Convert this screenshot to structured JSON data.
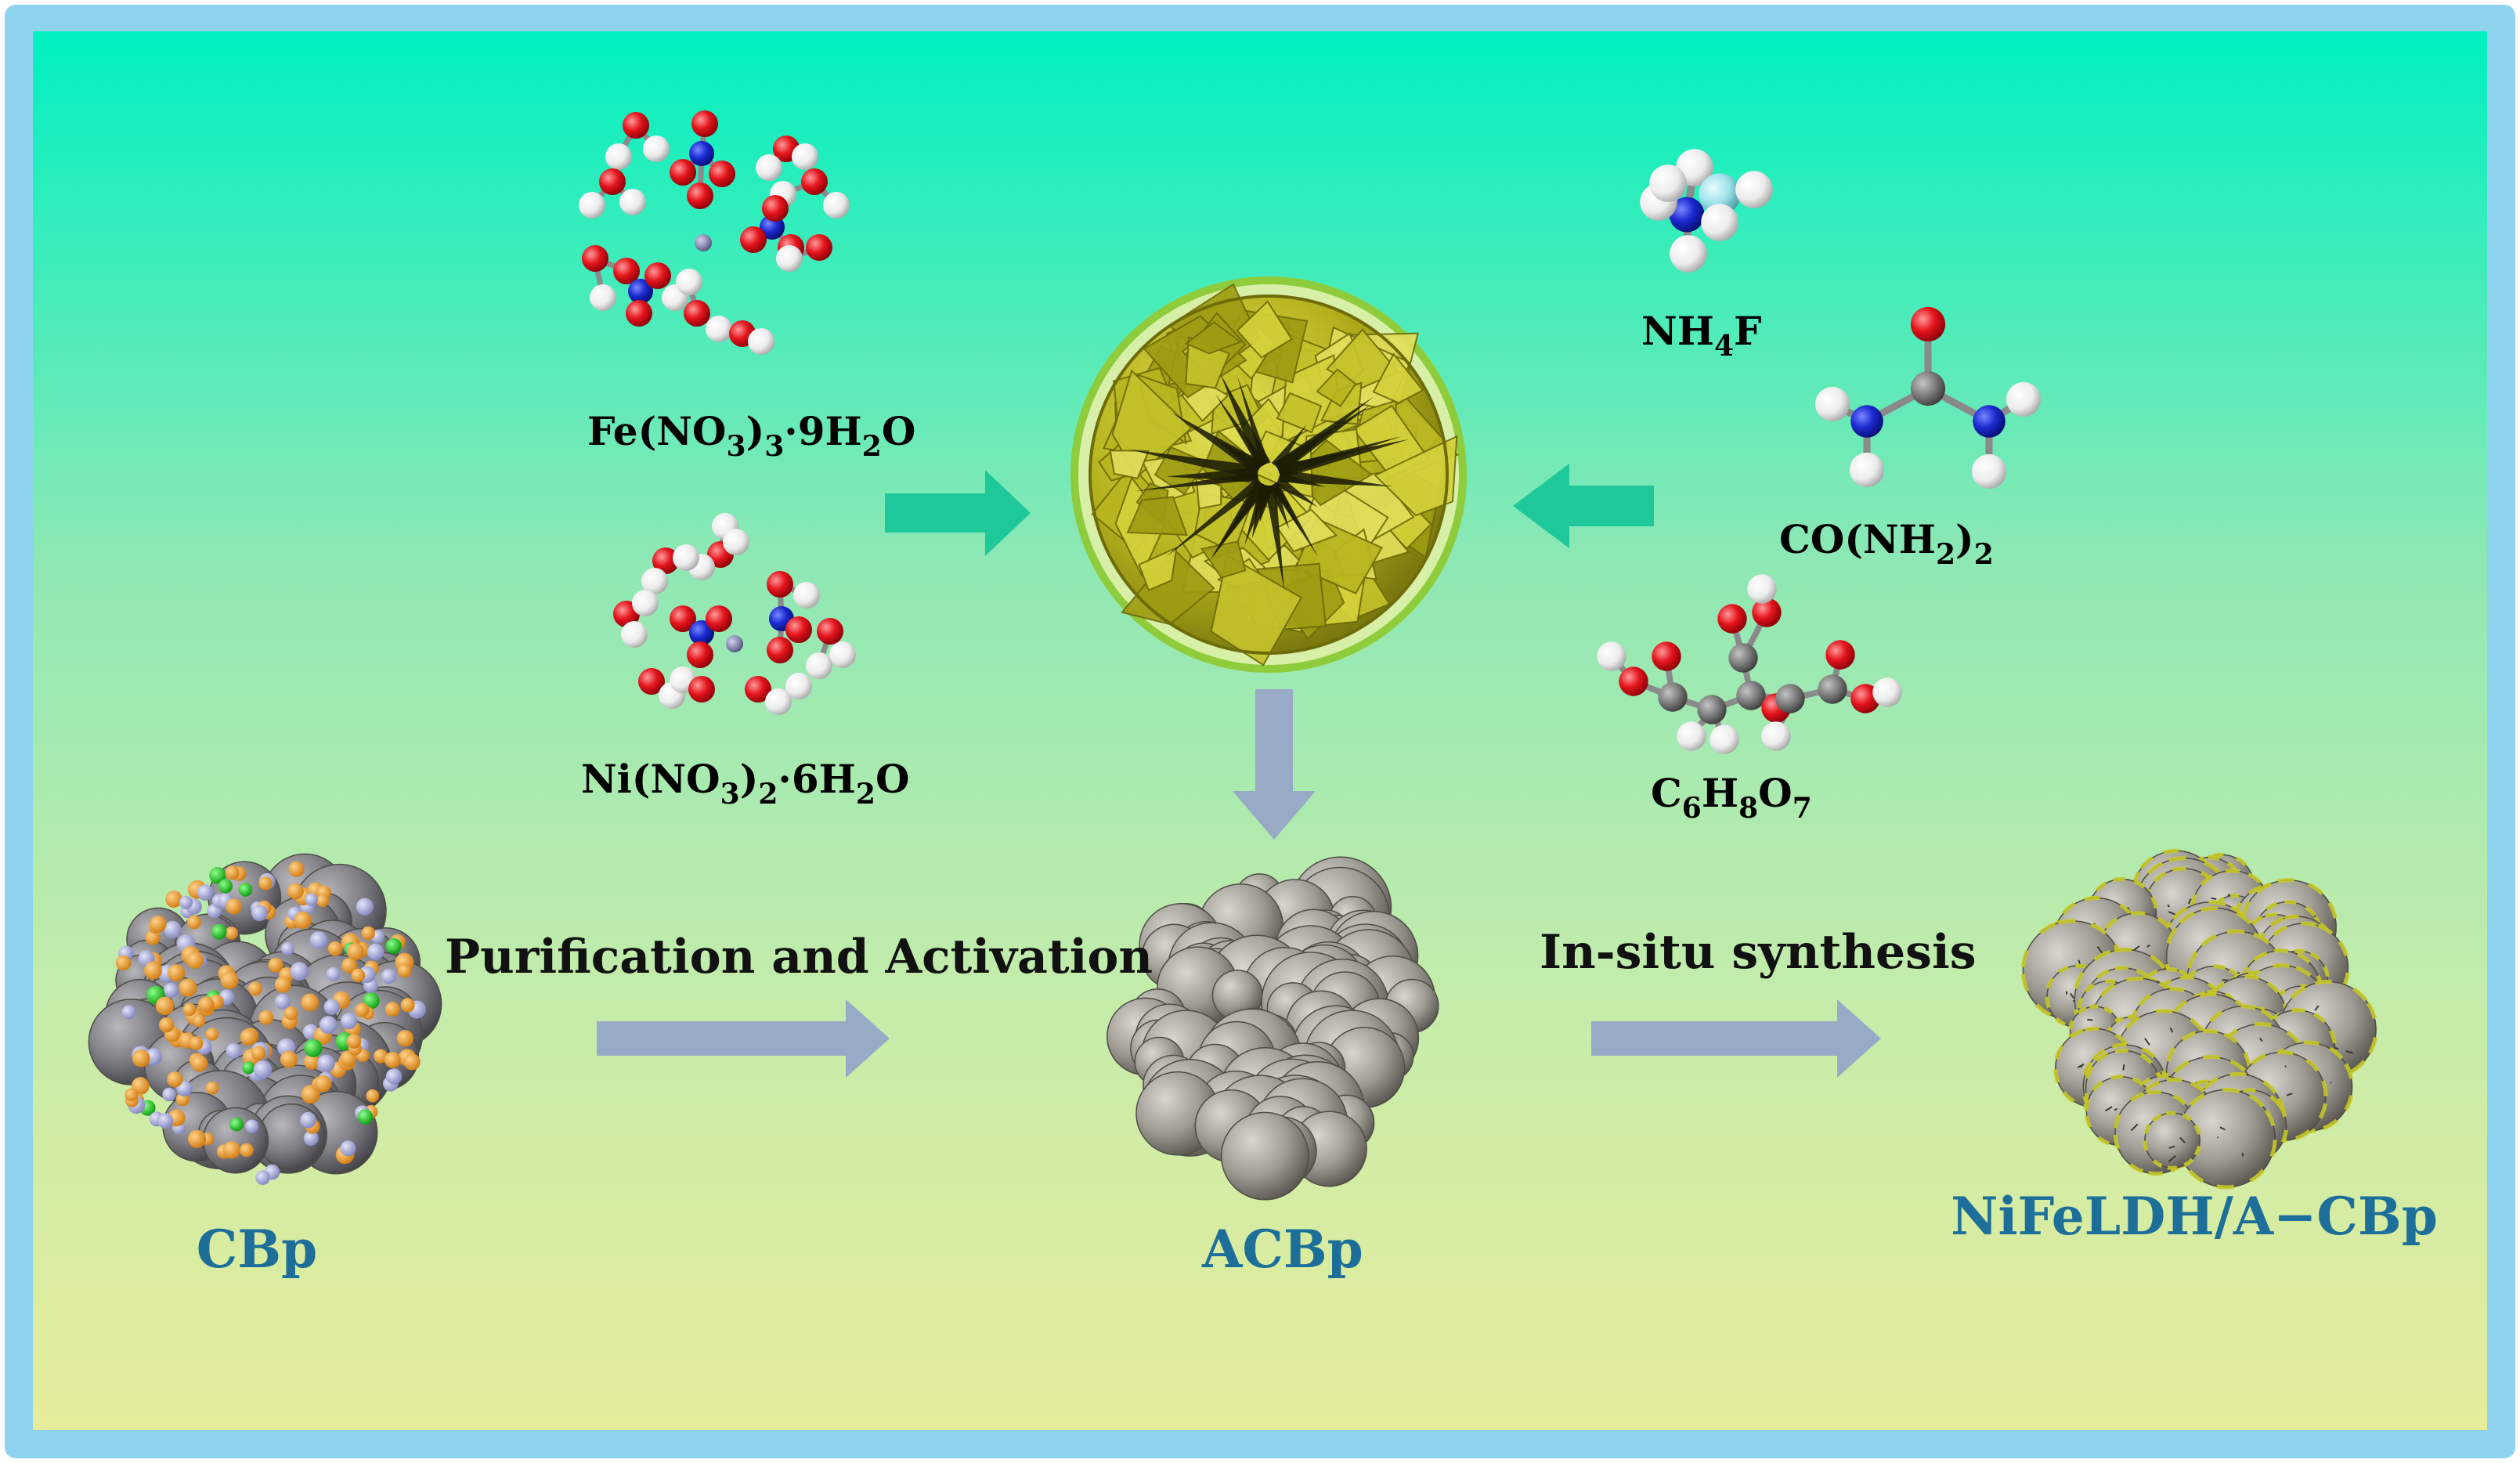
{
  "reagents": {
    "iron_nitrate": {
      "base": "Fe(NO",
      "sub1": "3",
      "mid": ")",
      "sub2": "3",
      "dot": "·9H",
      "sub3": "2",
      "end": "O"
    },
    "nickel_nitrate": {
      "base": "Ni(NO",
      "sub1": "3",
      "mid": ")",
      "sub2": "2",
      "dot": "·6H",
      "sub3": "2",
      "end": "O"
    },
    "ammonium_fluoride": {
      "base": "NH",
      "sub1": "4",
      "end": "F"
    },
    "urea": {
      "base": "CO(NH",
      "sub1": "2",
      "mid": ")",
      "sub2": "2"
    },
    "citric_acid": {
      "c": "C",
      "n1": "6",
      "h": "H",
      "n2": "8",
      "o": "O",
      "n3": "7"
    }
  },
  "steps": {
    "purification": "Purification and Activation",
    "synthesis": "In-situ synthesis"
  },
  "products": {
    "cbp": "CBp",
    "acbp": "ACBp",
    "composite": "NiFeLDH/A−CBp"
  },
  "colors": {
    "frame": "#8fd4ee",
    "bg_top": "#00f0c0",
    "bg_mid": "#a8ecae",
    "bg_bottom": "#e6ec9a",
    "label_blue": "#1d6f9a",
    "arrow_green": "#1ec89a",
    "arrow_steel": "#98aac6",
    "oxygen": "#e4141c",
    "hydrogen": "#f2f2f2",
    "nitrogen": "#1a2ad0",
    "carbon": "#7a7a7a",
    "fluorine": "#9be2e8",
    "ldh_yellow": "#c7c827",
    "particle_gray": "#9e9b93",
    "dot_orange": "#f2a030",
    "dot_lavender": "#aaaedc",
    "dot_green": "#22cc22"
  }
}
